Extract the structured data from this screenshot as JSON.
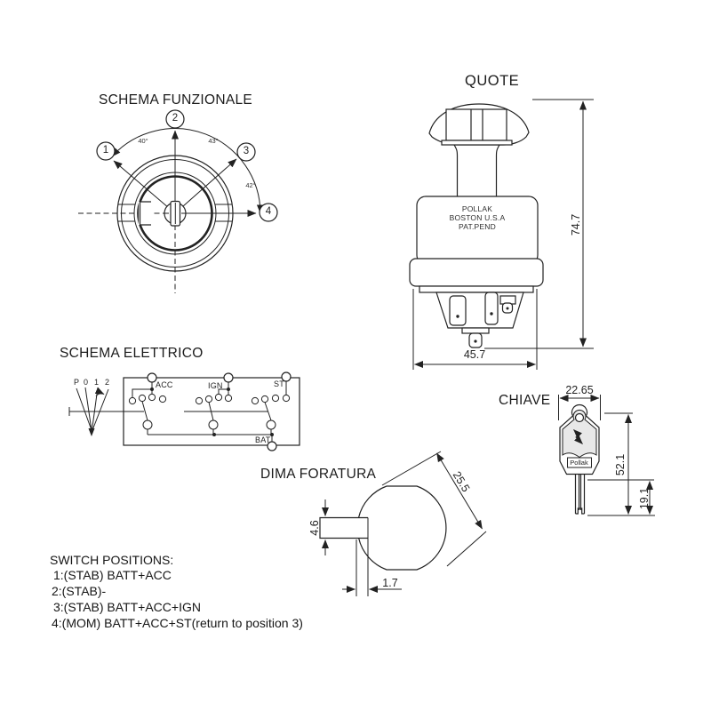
{
  "colors": {
    "line": "#222222",
    "background": "#ffffff",
    "key_head_fill": "#e8e8e8"
  },
  "functional_schema": {
    "title": "SCHEMA FUNZIONALE",
    "position_labels": [
      "1",
      "2",
      "3",
      "4"
    ],
    "angle_labels": [
      "40°",
      "43°",
      "42°"
    ]
  },
  "quote_view": {
    "title": "QUOTE",
    "body_lines": [
      "POLLAK",
      "BOSTON U.S.A",
      "PAT.PEND"
    ],
    "height_dim": "74.7",
    "width_dim": "45.7"
  },
  "electrical_schema": {
    "title": "SCHEMA ELETTRICO",
    "selector_labels": [
      "P",
      "0",
      "1",
      "2"
    ],
    "terminal_acc": "ACC",
    "terminal_ign": "IGN",
    "terminal_st": "ST",
    "terminal_bat": "BAT"
  },
  "key_view": {
    "title": "CHIAVE",
    "brand_label": "Pollak",
    "width_dim": "22.65",
    "length_dim": "52.1",
    "blade_dim": "19.1"
  },
  "drill_template": {
    "title": "DIMA FORATURA",
    "diameter_dim": "25.5",
    "slot_dim": "4.6",
    "offset_dim": "1.7"
  },
  "switch_positions": {
    "title": "SWITCH POSITIONS:",
    "items": [
      "1:(STAB) BATT+ACC",
      "2:(STAB)-",
      "3:(STAB) BATT+ACC+IGN",
      "4:(MOM) BATT+ACC+ST(return to position 3)"
    ]
  }
}
